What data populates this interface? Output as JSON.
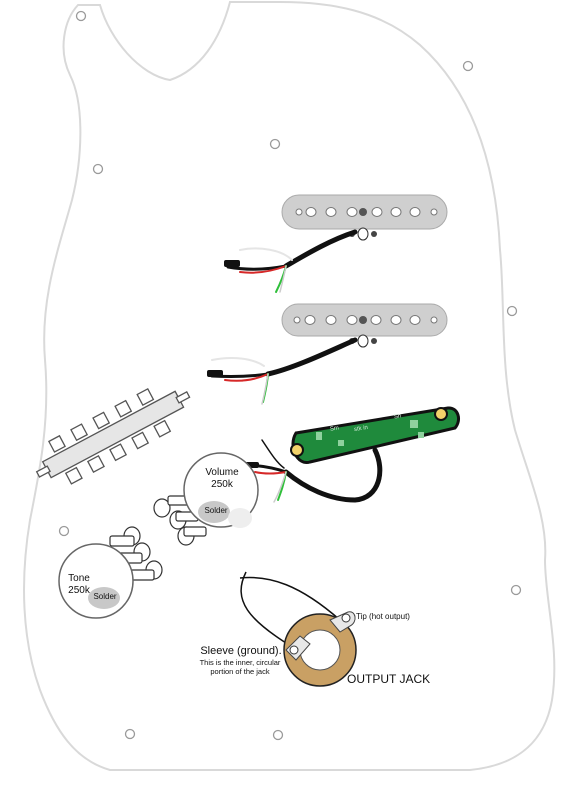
{
  "pots": {
    "volume": {
      "name": "Volume",
      "value": "250k",
      "solder": "Solder"
    },
    "tone": {
      "name": "Tone",
      "value": "250k",
      "solder": "Solder"
    }
  },
  "output_jack": {
    "title": "OUTPUT JACK",
    "tip_label": "Tip (hot output)",
    "sleeve_label": "Sleeve (ground).",
    "sleeve_note_line1": "This is the inner, circular",
    "sleeve_note_line2": "portion of the jack"
  },
  "bridge_pickup_board": {
    "marks": [
      "Sm",
      "stk in",
      "Sn"
    ]
  },
  "colors": {
    "pickguard_outline": "#d9d9d9",
    "pickup_cover": "#cfcfcf",
    "board_green": "#1f8a3c",
    "jack_gold": "#c9a064",
    "wire_black": "#111111",
    "wire_red": "#d62828",
    "wire_green": "#2fbf3a",
    "wire_white": "#ffffff"
  }
}
